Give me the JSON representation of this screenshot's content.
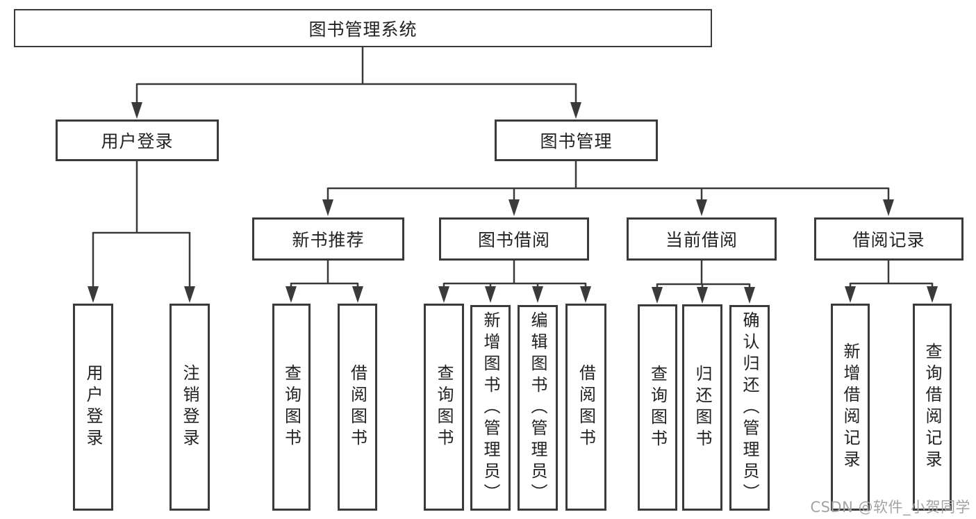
{
  "tree": {
    "root": "图书管理系统",
    "user_login": {
      "label": "用户登录",
      "children": [
        "用户登录",
        "注销登录"
      ]
    },
    "book_mgmt": {
      "label": "图书管理",
      "sections": [
        {
          "label": "新书推荐",
          "children": [
            "查询图书",
            "借阅图书"
          ]
        },
        {
          "label": "图书借阅",
          "children": [
            "查询图书",
            "新增图书（管理员）",
            "编辑图书（管理员）",
            "借阅图书"
          ]
        },
        {
          "label": "当前借阅",
          "children": [
            "查询图书",
            "归还图书",
            "确认归还（管理员）"
          ]
        },
        {
          "label": "借阅记录",
          "children": [
            "新增借阅记录",
            "查询借阅记录"
          ]
        }
      ]
    }
  },
  "watermark": "CSDN @软件_小贺同学",
  "colors": {
    "line": "#3a3a3a",
    "text": "#222222",
    "watermark": "#a3a3a3",
    "background": "#ffffff"
  }
}
